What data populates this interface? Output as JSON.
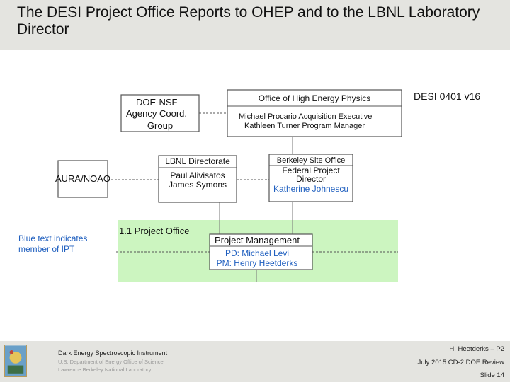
{
  "header": {
    "title": "The DESI Project Office Reports to OHEP and to the LBNL Laboratory Director"
  },
  "version_label": "DESI 0401 v16",
  "note": "Blue text indicates member of IPT",
  "boxes": {
    "ohep": {
      "title": "Office of High Energy Physics",
      "line1": "Michael Procario  Acquisition Executive",
      "line2": "Kathleen Turner   Program Manager"
    },
    "doe_nsf": {
      "line1": "DOE-NSF",
      "line2": "Agency Coord.",
      "line3": "Group"
    },
    "lbnl": {
      "title": "LBNL Directorate",
      "line1": "Paul Alivisatos",
      "line2": "James Symons"
    },
    "bso": {
      "title": "Berkeley Site Office",
      "line1": "Federal Project",
      "line2": "Director",
      "line3": "Katherine Johnescu"
    },
    "aura": {
      "label": "AURA/NOAO"
    },
    "project_office": {
      "label": "1.1 Project Office"
    },
    "pm": {
      "title": "Project Management",
      "line1": "PD: Michael Levi",
      "line2": "PM: Henry Heetderks"
    }
  },
  "colors": {
    "ipt_blue": "#1f5fbf",
    "project_office_green": "#ccf5c0",
    "box_border": "#555555"
  },
  "footer": {
    "line1": "Dark Energy Spectroscopic Instrument",
    "line2": "U.S. Department of Energy Office of Science",
    "line3": "Lawrence Berkeley National Laboratory",
    "right1": "H. Heetderks – P2",
    "right2": "July 2015 CD-2 DOE Review",
    "right3": "Slide 14"
  }
}
